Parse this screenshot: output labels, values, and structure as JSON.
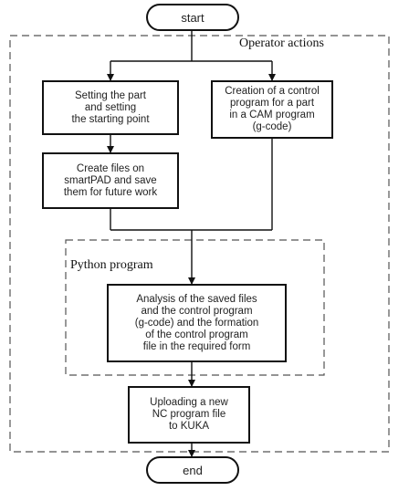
{
  "start": "start",
  "end": "end",
  "groups": {
    "operator": "Operator actions",
    "python": "Python program"
  },
  "steps": {
    "setting_part": "Setting the part\nand setting\nthe starting point",
    "create_files": "Create files on\nsmartPAD and save\nthem for future work",
    "control_program": "Creation of a control\nprogram for a part\nin a CAM program\n(g-code)",
    "analysis": "Analysis of the saved files\nand the control program\n(g-code) and the formation\nof the control program\nfile in the required form",
    "uploading": "Uploading a new\nNC program file\nto KUKA"
  }
}
